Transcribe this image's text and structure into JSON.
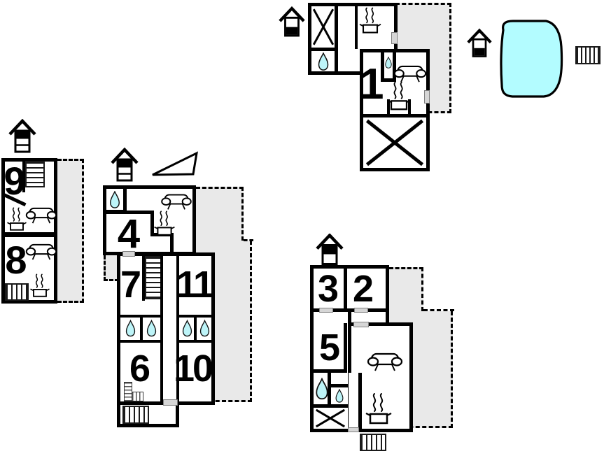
{
  "units": {
    "top_house": {
      "room_1": "1"
    },
    "left_house": {
      "room_9": "9",
      "room_8": "8"
    },
    "middle_house": {
      "room_4": "4",
      "room_7": "7",
      "room_11": "11",
      "room_6": "6",
      "room_10": "10"
    },
    "bottom_house": {
      "room_3": "3",
      "room_2": "2",
      "room_5": "5"
    }
  },
  "colors": {
    "wall": "#000000",
    "terrace_fill": "#e9e9e9",
    "pool_water": "#b3fcff",
    "drop_water": "#bdf4f8",
    "door_fill": "#d6d6d6"
  },
  "icons": {
    "house-marker-icon": "roof chevron over banded box (entrance marker)",
    "water-drop-icon": "teardrop = bathroom/water",
    "sofa-icon": "top-view sofa",
    "stove-icon": "pot with rising steam = kitchen",
    "cross-icon": "diagonal cross = not available room",
    "stairs-icon": "striped steps",
    "pool-ladder-icon": "striped ladder",
    "roof-wedge-icon": "triangle roof slope marker",
    "swimming-pool": "rounded barrel shape filled with water color"
  }
}
